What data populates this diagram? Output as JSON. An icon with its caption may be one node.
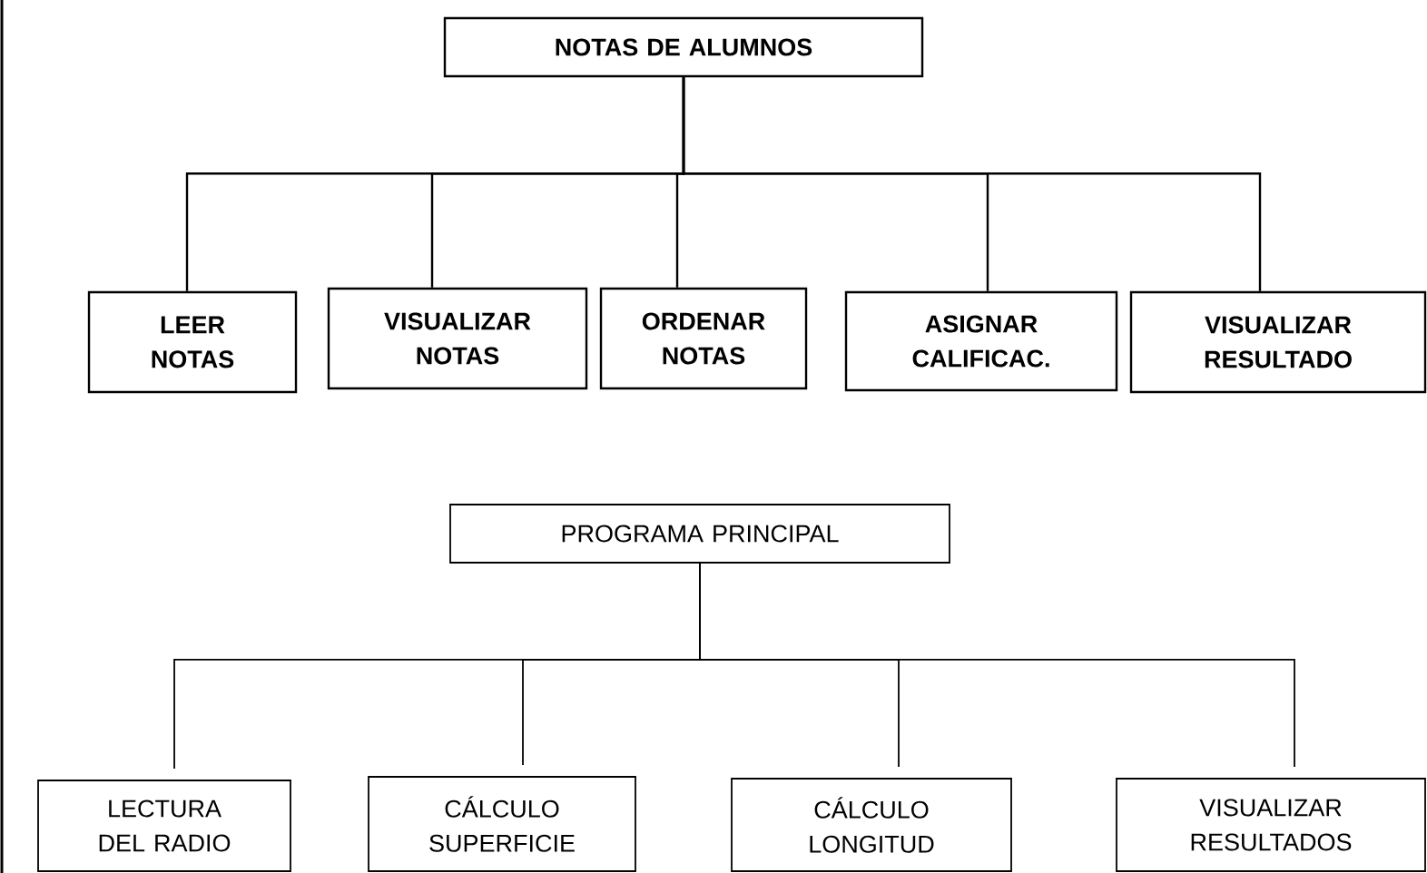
{
  "diagram": {
    "nodes": [
      {
        "text": [
          "NOTAS DE ALUMNOS"
        ]
      },
      {
        "text": [
          "LEER NOTAS"
        ]
      },
      {
        "text": [
          "VISUALIZAR NOTAS"
        ]
      },
      {
        "text": [
          "ORDENAR NOTAS"
        ]
      },
      {
        "text": [
          "ASIGNAR CALIFICAC."
        ]
      },
      {
        "text": [
          "VISUALIZAR RESULTADO"
        ]
      },
      {
        "text": [
          "PROGRAMA PRINCIPAL"
        ]
      },
      {
        "text": [
          "LECTURA DEL RADIO"
        ]
      },
      {
        "text": [
          "CÁLCULO SUPERFICIE"
        ]
      },
      {
        "text": [
          "CÁLCULO LONGITUD"
        ]
      },
      {
        "text": [
          "VISUALIZAR RESULTADOS"
        ]
      }
    ],
    "edges": [
      {
        "from": 0,
        "to": 1,
        "arrow": "none"
      },
      {
        "from": 0,
        "to": 2,
        "arrow": "none"
      },
      {
        "from": 0,
        "to": 3,
        "arrow": "none"
      },
      {
        "from": 0,
        "to": 4,
        "arrow": "none"
      },
      {
        "from": 0,
        "to": 5,
        "arrow": "none"
      },
      {
        "from": 6,
        "to": 7,
        "arrow": "none"
      },
      {
        "from": 6,
        "to": 8,
        "arrow": "none"
      },
      {
        "from": 6,
        "to": 9,
        "arrow": "none"
      },
      {
        "from": 6,
        "to": 10,
        "arrow": "none"
      }
    ]
  }
}
